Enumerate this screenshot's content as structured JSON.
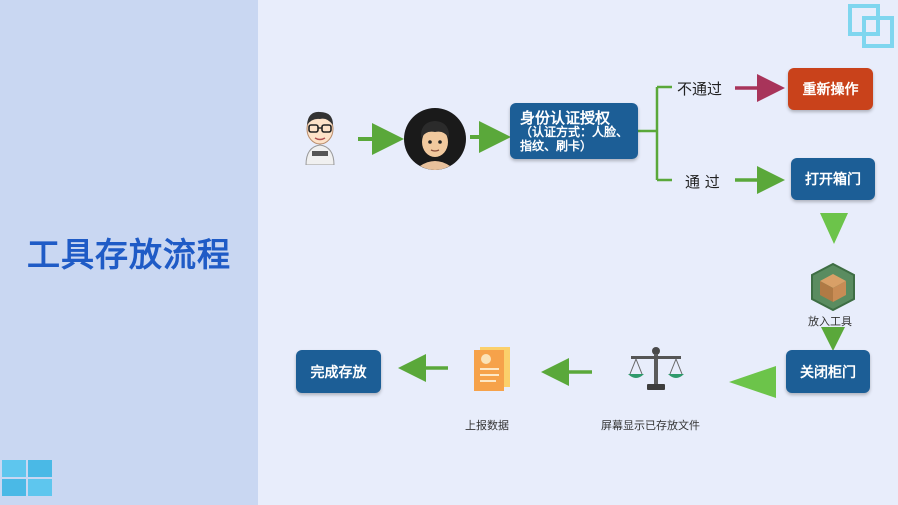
{
  "title": "工具存放流程",
  "flow": {
    "auth_title": "身份认证授权",
    "auth_sub": "（认证方式：人脸、指纹、刷卡）",
    "branch_fail": "不通过",
    "branch_pass": "通 过",
    "retry": "重新操作",
    "open_door": "打开箱门",
    "put_tool": "放入工具",
    "close_door": "关闭柜门",
    "screen_show": "屏幕显示已存放文件",
    "report_data": "上报数据",
    "complete": "完成存放"
  },
  "colors": {
    "accent_blue": "#1c5e96",
    "retry_red": "#c9421b",
    "arrow_green": "#5aa83a",
    "title_blue": "#1f5bc6"
  },
  "icons": [
    "user-glasses-icon",
    "face-avatar-icon",
    "box-hexagon-icon",
    "scale-icon",
    "document-icon"
  ]
}
